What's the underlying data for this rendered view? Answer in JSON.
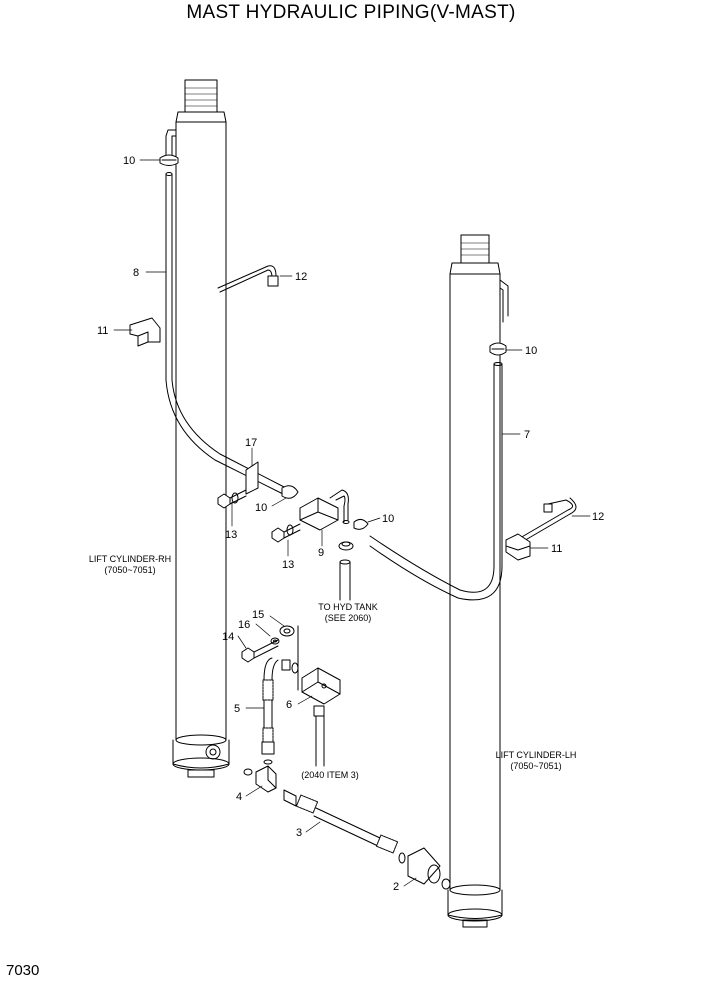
{
  "title": "MAST HYDRAULIC PIPING(V-MAST)",
  "page_number": "7030",
  "callouts": {
    "p10a": "10",
    "p8": "8",
    "p12a": "12",
    "p11a": "11",
    "p17": "17",
    "p10b": "10",
    "p13a": "13",
    "p13b": "13",
    "p9": "9",
    "p10c": "10",
    "p10d": "10",
    "p7": "7",
    "p12b": "12",
    "p11b": "11",
    "p15": "15",
    "p16": "16",
    "p14": "14",
    "p5": "5",
    "p6": "6",
    "p4": "4",
    "p3": "3",
    "p2": "2"
  },
  "notes": {
    "lift_rh_1": "LIFT CYLINDER-RH",
    "lift_rh_2": "(7050~7051)",
    "hyd_tank_1": "TO HYD TANK",
    "hyd_tank_2": "(SEE 2060)",
    "item_2040": "(2040 ITEM 3)",
    "lift_lh_1": "LIFT CYLINDER-LH",
    "lift_lh_2": "(7050~7051)"
  }
}
